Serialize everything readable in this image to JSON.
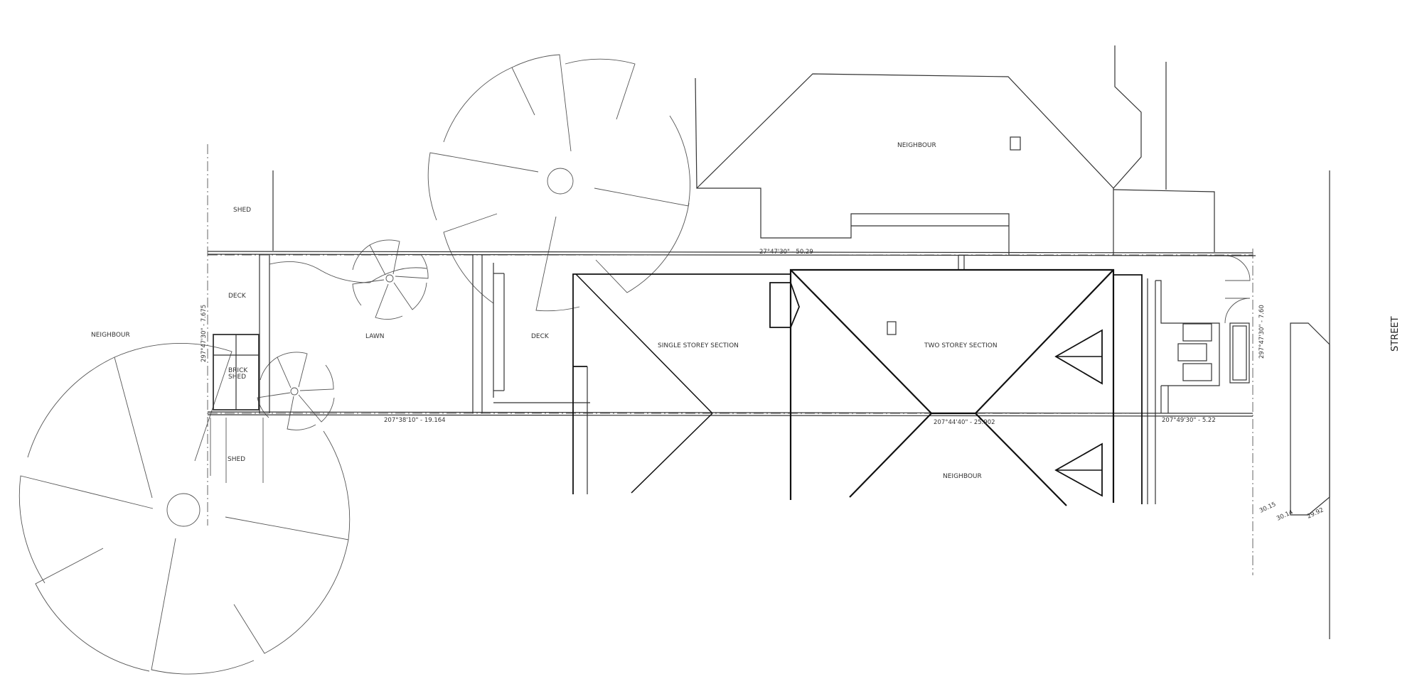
{
  "labels": {
    "neighbour_top": "NEIGHBOUR",
    "neighbour_left": "NEIGHBOUR",
    "neighbour_bottom": "NEIGHBOUR",
    "shed_top": "SHED",
    "shed_bottom": "SHED",
    "deck_left": "DECK",
    "deck_mid": "DECK",
    "lawn": "LAWN",
    "brick_shed_1": "BRICK",
    "brick_shed_2": "SHED",
    "single_storey": "SINGLE STOREY SECTION",
    "two_storey": "TWO STOREY SECTION",
    "street": "STREET"
  },
  "dimensions": {
    "top_boundary": "27°47'30\" - 50.29",
    "bottom_left": "207°38'10\" - 19.164",
    "bottom_mid": "207°44'40\" - 25.902",
    "bottom_right": "207°49'30\" - 5.22",
    "left_side": "297°47'30\" - 7.675",
    "right_side": "297°47'30\" - 7.60"
  },
  "levels": {
    "l1": "30.15",
    "l2": "30.14",
    "l3": "29.92"
  }
}
